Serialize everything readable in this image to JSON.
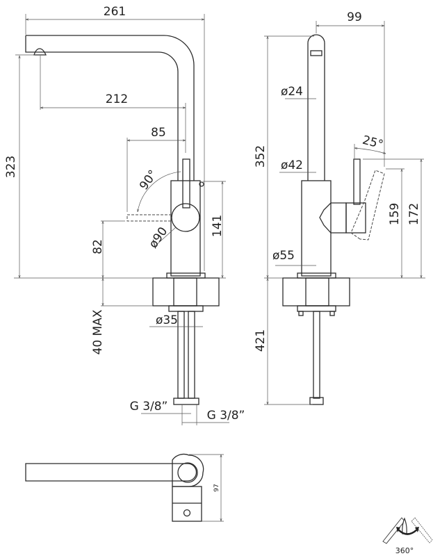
{
  "front_view": {
    "overall_width": "261",
    "spout_reach": "212",
    "lever_offset": "85",
    "height": "323",
    "lever_rotation": "90°",
    "lever_diameter": "ø90",
    "body_height": "141",
    "lever_height": "82",
    "max_counter_thickness": "40 MAX",
    "shank_diameter": "ø35",
    "connection_left": "G 3/8”",
    "connection_right": "G 3/8”"
  },
  "side_view": {
    "spout_offset": "99",
    "total_height": "352",
    "spout_diameter": "ø24",
    "body_diameter": "ø42",
    "tilt_angle": "25°",
    "lever_height_low": "159",
    "lever_height_high": "172",
    "base_diameter": "ø55",
    "hose_length": "421"
  },
  "top_view": {
    "depth": "97"
  },
  "rotation_icon": {
    "label": "360°"
  }
}
